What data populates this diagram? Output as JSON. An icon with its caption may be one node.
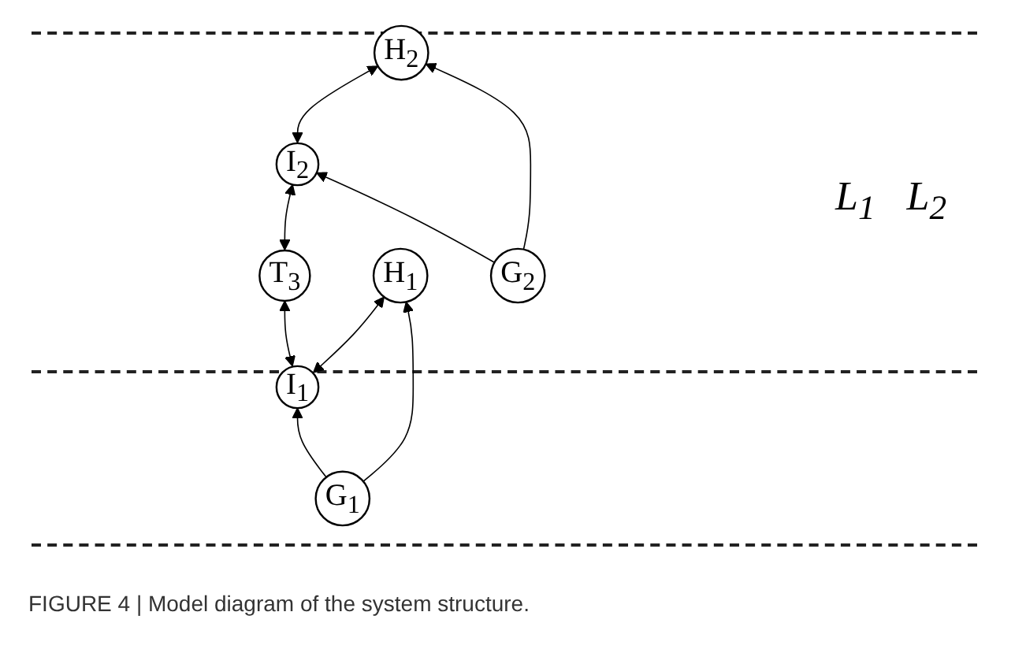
{
  "diagram": {
    "caption": "FIGURE 4 | Model diagram of the system structure.",
    "nodes": [
      {
        "text": [
          "I$_{1}$"
        ]
      },
      {
        "text": [
          "T$_{3}$"
        ]
      },
      {
        "text": [
          "I$_{2}$"
        ]
      },
      {
        "text": [
          "H$_{1}$"
        ]
      },
      {
        "text": [
          "H$_{2}$"
        ]
      },
      {
        "text": [
          "G$_{1}$"
        ]
      },
      {
        "text": [
          "G$_{2}$"
        ]
      }
    ],
    "edges": [
      {
        "from": 0,
        "to": 1,
        "arrow": "both"
      },
      {
        "from": 1,
        "to": 2,
        "arrow": "both"
      },
      {
        "from": 0,
        "to": 3,
        "arrow": "both"
      },
      {
        "from": 2,
        "to": 4,
        "arrow": "both"
      },
      {
        "from": 5,
        "to": 0,
        "arrow": "to"
      },
      {
        "from": 5,
        "to": 3,
        "arrow": "to"
      },
      {
        "from": 6,
        "to": 4,
        "arrow": "to"
      },
      {
        "from": 6,
        "to": 2,
        "arrow": "to"
      }
    ],
    "labels": [
      "L$_{1}$",
      "L$_{2}$"
    ]
  }
}
